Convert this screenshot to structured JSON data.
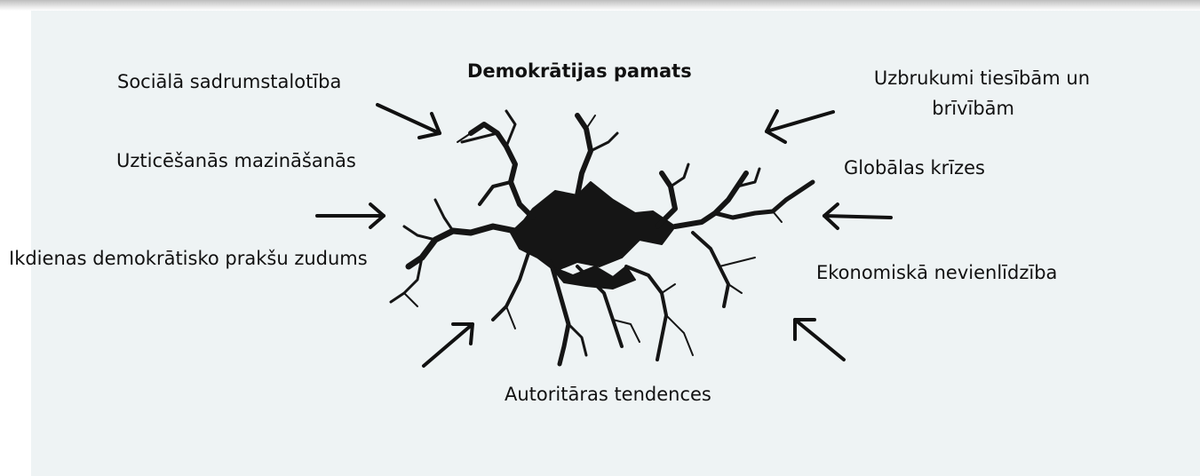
{
  "diagram": {
    "center_label": "Demokrātijas pamats",
    "labels": {
      "social_fragmentation": "Sociālā sadrumstalotība",
      "trust_decline": "Uzticēšanās mazināšanās",
      "lost_practices": "Ikdienas demokrātisko prakšu zudums",
      "rights_attacks_line1": "Uzbrukumi tiesībām un",
      "rights_attacks_line2": "brīvībām",
      "global_crises": "Globālas krīzes",
      "economic_inequality": "Ekonomiskā nevienlīdzība",
      "authoritarian": "Autoritāras tendences"
    },
    "icons": {
      "crack": "crack-illustration",
      "arrow": "arrow-icon"
    },
    "colors": {
      "background": "#eef3f4",
      "text": "#111111",
      "crack": "#151515"
    }
  }
}
